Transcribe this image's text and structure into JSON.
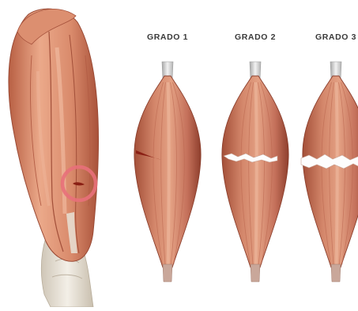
{
  "grades": [
    {
      "label": "GRADO 1",
      "tear": "partial"
    },
    {
      "label": "GRADO 2",
      "tear": "moderate"
    },
    {
      "label": "GRADO 3",
      "tear": "complete"
    }
  ],
  "colors": {
    "muscle_light": "#e7a184",
    "muscle_mid": "#c9735a",
    "muscle_dark": "#9a4a35",
    "tendon": "#dcdcdc",
    "injury_ring": "#e8707a",
    "injury_spot": "#8a1f14",
    "tear_gap": "#fdfdfd",
    "bone": "#e9e3d8"
  }
}
